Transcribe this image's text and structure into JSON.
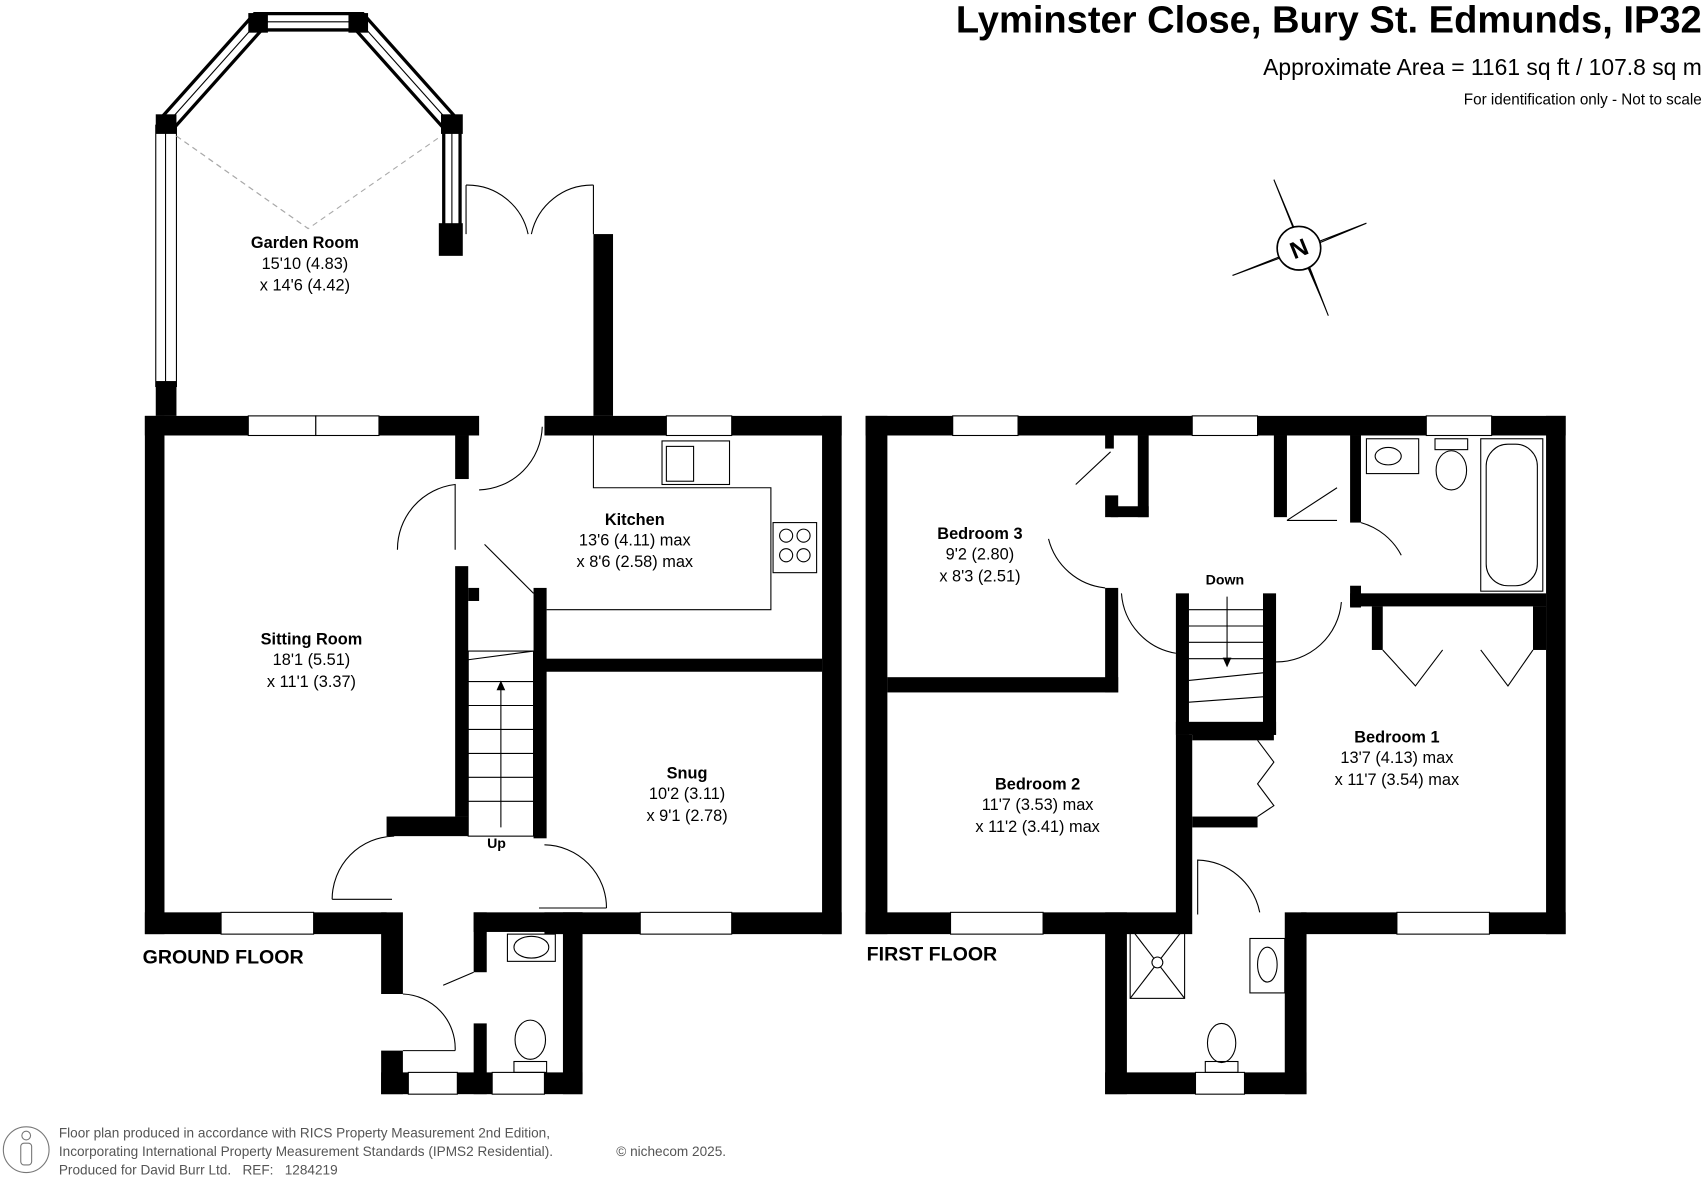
{
  "header": {
    "title": "Lyminster Close, Bury St. Edmunds, IP32",
    "area": "Approximate Area = 1161 sq ft / 107.8 sq m",
    "disclaimer": "For identification only - Not to scale"
  },
  "compass": {
    "label": "N"
  },
  "ground_floor": {
    "label": "GROUND FLOOR",
    "stairs_label": "Up",
    "rooms": [
      {
        "name": "Garden Room",
        "dim1": "15'10 (4.83)",
        "dim2": "x 14'6 (4.42)"
      },
      {
        "name": "Kitchen",
        "dim1": "13'6 (4.11) max",
        "dim2": "x 8'6 (2.58) max"
      },
      {
        "name": "Sitting Room",
        "dim1": "18'1 (5.51)",
        "dim2": "x 11'1 (3.37)"
      },
      {
        "name": "Snug",
        "dim1": "10'2 (3.11)",
        "dim2": "x 9'1 (2.78)"
      }
    ]
  },
  "first_floor": {
    "label": "FIRST FLOOR",
    "stairs_label": "Down",
    "rooms": [
      {
        "name": "Bedroom 3",
        "dim1": "9'2 (2.80)",
        "dim2": "x 8'3 (2.51)"
      },
      {
        "name": "Bedroom 2",
        "dim1": "11'7 (3.53) max",
        "dim2": "x 11'2 (3.41) max"
      },
      {
        "name": "Bedroom 1",
        "dim1": "13'7 (4.13) max",
        "dim2": "x 11'7 (3.54) max"
      }
    ]
  },
  "footer": {
    "line1": "Floor plan produced in accordance with RICS Property Measurement 2nd Edition,",
    "line2": "Incorporating International Property Measurement Standards (IPMS2 Residential).",
    "copyright": "© nichecom 2025.",
    "line3": "Produced for David Burr Ltd.   REF:   1284219"
  }
}
